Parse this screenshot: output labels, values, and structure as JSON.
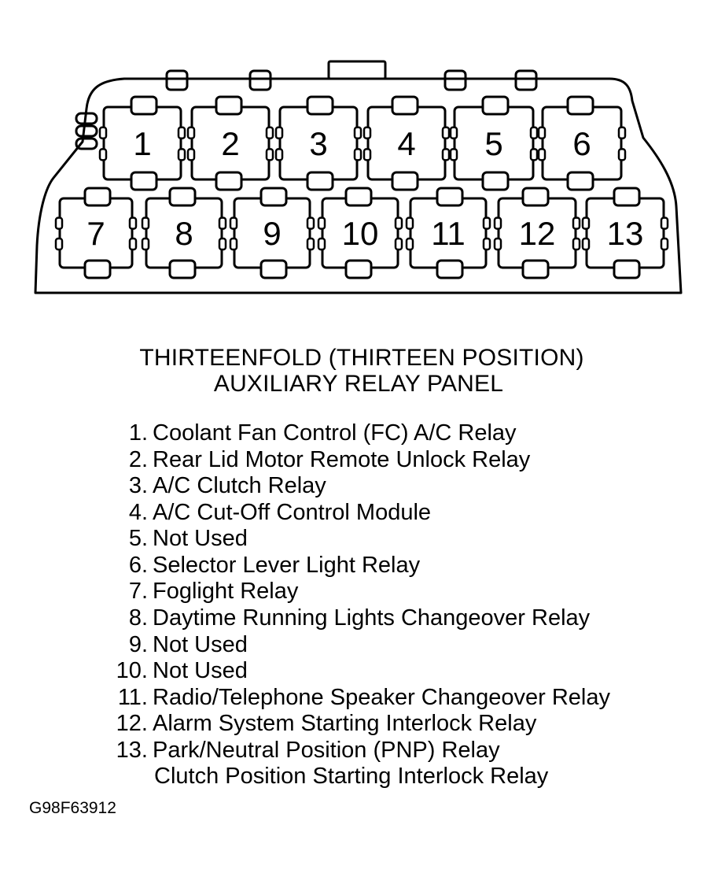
{
  "panel": {
    "positions": [
      "1",
      "2",
      "3",
      "4",
      "5",
      "6",
      "7",
      "8",
      "9",
      "10",
      "11",
      "12",
      "13"
    ]
  },
  "title": {
    "line1": "THIRTEENFOLD (THIRTEEN POSITION)",
    "line2": "AUXILIARY RELAY PANEL"
  },
  "legend": [
    {
      "number": "1.",
      "text": "Coolant Fan Control (FC) A/C Relay"
    },
    {
      "number": "2.",
      "text": "Rear Lid Motor Remote Unlock Relay"
    },
    {
      "number": "3.",
      "text": "A/C Clutch Relay"
    },
    {
      "number": "4.",
      "text": "A/C Cut-Off Control Module"
    },
    {
      "number": "5.",
      "text": "Not Used"
    },
    {
      "number": "6.",
      "text": "Selector Lever Light Relay"
    },
    {
      "number": "7.",
      "text": "Foglight Relay"
    },
    {
      "number": "8.",
      "text": "Daytime Running Lights Changeover Relay"
    },
    {
      "number": "9.",
      "text": "Not Used"
    },
    {
      "number": "10.",
      "text": "Not Used"
    },
    {
      "number": "11.",
      "text": "Radio/Telephone Speaker Changeover Relay"
    },
    {
      "number": "12.",
      "text": "Alarm System Starting Interlock Relay"
    },
    {
      "number": "13.",
      "text": "Park/Neutral Position (PNP) Relay"
    },
    {
      "number": "",
      "text": "Clutch Position Starting Interlock Relay"
    }
  ],
  "figure_code": "G98F63912",
  "colors": {
    "line": "#000000",
    "background": "#ffffff"
  }
}
